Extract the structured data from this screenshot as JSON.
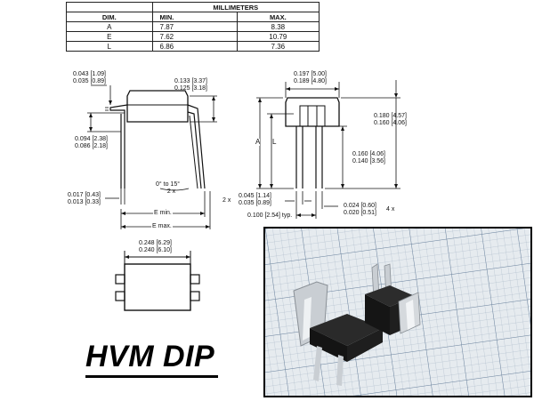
{
  "table": {
    "header_group": "MILLIMETERS",
    "col_dim": "DIM.",
    "col_min": "MIN.",
    "col_max": "MAX.",
    "rows": [
      {
        "dim": "A",
        "min": "7.87",
        "max": "8.38"
      },
      {
        "dim": "E",
        "min": "7.62",
        "max": "10.79"
      },
      {
        "dim": "L",
        "min": "6.86",
        "max": "7.36"
      }
    ]
  },
  "side_view": {
    "lead_thk_1": "0.043 [1.09]",
    "lead_thk_2": "0.035 [0.89]",
    "body_h_1": "0.133 [3.37]",
    "body_h_2": "0.125 [3.18]",
    "shoulder_1": "0.094 [2.38]",
    "shoulder_2": "0.086 [2.18]",
    "lead_w_1": "0.017 [0.43]",
    "lead_w_2": "0.013 [0.33]",
    "angle_1": "0° to 15°",
    "angle_2": "2 x",
    "e_min": "E min.",
    "e_max": "E max."
  },
  "front_view": {
    "body_w_1": "0.197 [5.00]",
    "body_w_2": "0.189 [4.80]",
    "height_1": "0.180 [4.57]",
    "height_2": "0.160 [4.06]",
    "lead_len_1": "0.160 [4.06]",
    "lead_len_2": "0.140 [3.56]",
    "dim_a": "A",
    "dim_l": "L",
    "pin_w_prefix": "2 x",
    "pin_w_1": "0.045 [1.14]",
    "pin_w_2": "0.035 [0.89]",
    "pitch": "0.100 [2.54] typ.",
    "tip_1": "0.024 [0.60]",
    "tip_2": "0.020 [0.51]",
    "tip_count": "4 x"
  },
  "top_view": {
    "w_1": "0.248 [6.29]",
    "w_2": "0.240 [6.10]"
  },
  "caption": "HVM DIP",
  "colors": {
    "grid_paper": "#e6ebef",
    "grid_line": "#8fa3b8",
    "component_body": "#1b1b1b",
    "lead_metal": "#c9ced3"
  }
}
